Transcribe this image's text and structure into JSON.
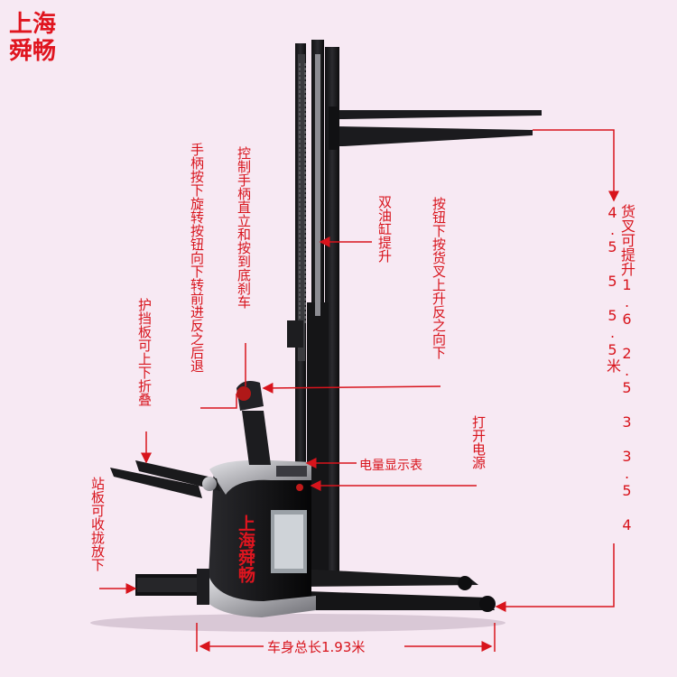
{
  "brand": {
    "line1": "上海",
    "line2": "舜畅"
  },
  "watermark": {
    "text": "上海舜畅"
  },
  "annotations": {
    "handle_rotate": "手柄按下旋转按钮向下转前进反之后退",
    "handle_control": "控制手柄直立和按到底刹车",
    "double_cylinder": "双油缸提升",
    "fork_button": "按钮下按货叉上升反之向下",
    "guard": "护挡板可上下折叠",
    "power_display": "电量显示表",
    "power_switch": "打开电源",
    "platform": "站板可收拢放下",
    "lift_height": "货叉可提升1.6 2.5 3 3.5 4 4.5 5 5.5米",
    "body_length": "车身总长1.93米"
  },
  "colors": {
    "annotation": "#d8141c",
    "background": "#f7e9f3",
    "machine_dark": "#1a1a1c",
    "machine_silver": "#b8b8bc"
  }
}
